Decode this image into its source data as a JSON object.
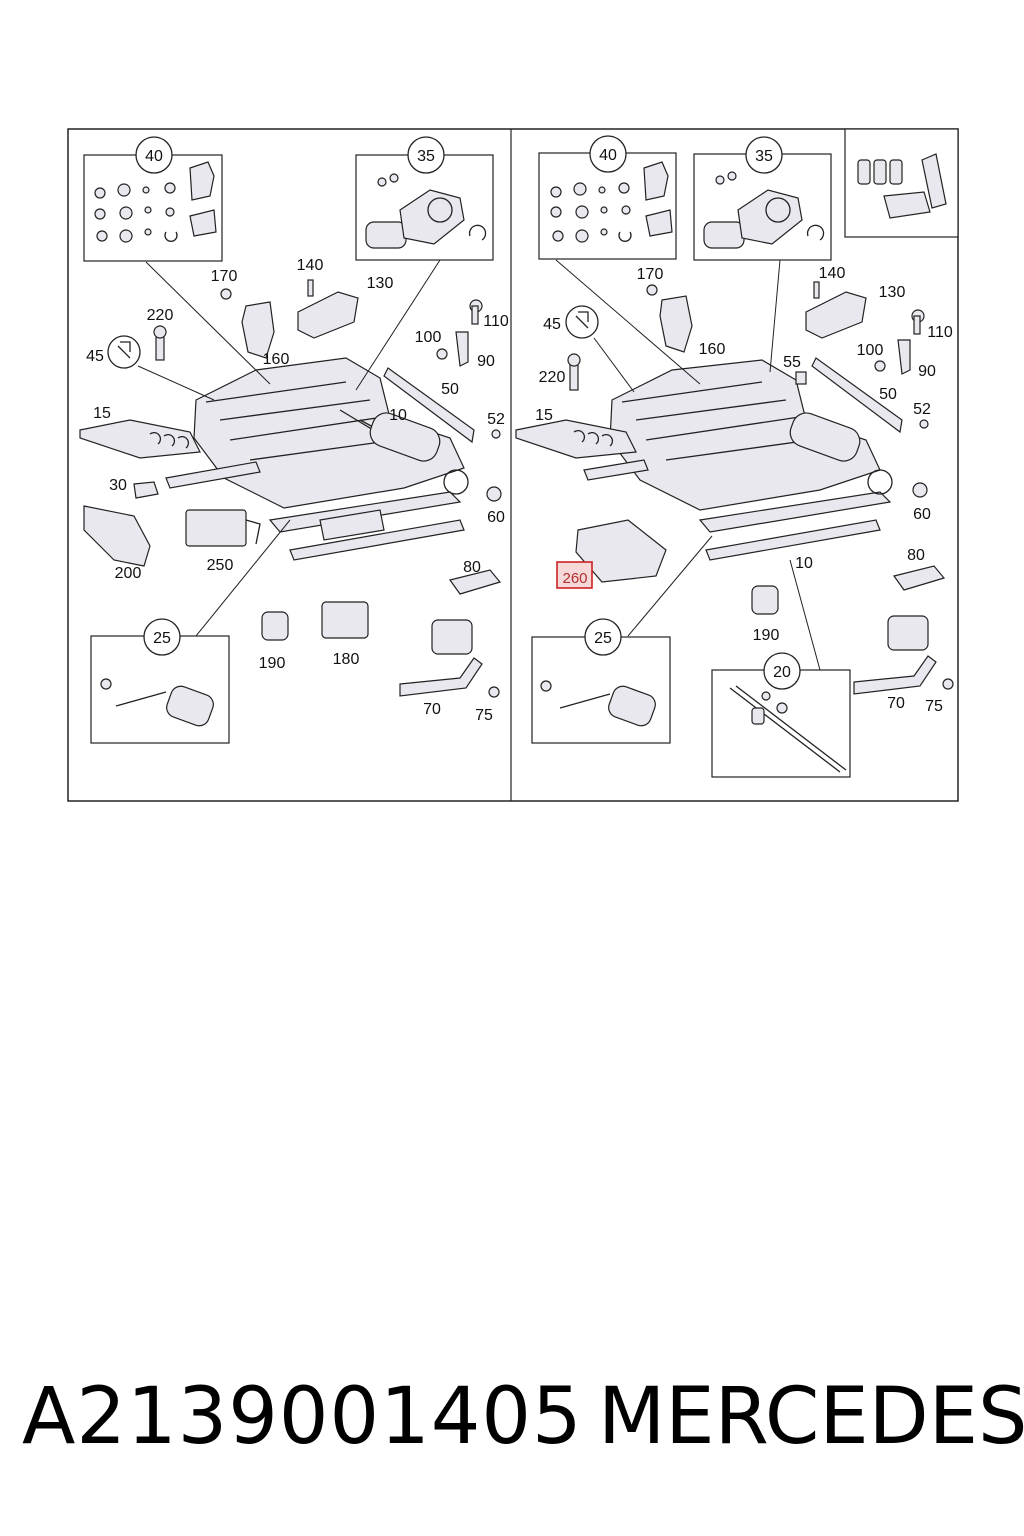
{
  "left_panel": {
    "callouts": {
      "c40": "40",
      "c35": "35",
      "c25": "25"
    },
    "labels": {
      "l170": "170",
      "l140": "140",
      "l130": "130",
      "l220": "220",
      "l160": "160",
      "l100": "100",
      "l110": "110",
      "l45": "45",
      "l90": "90",
      "l50": "50",
      "l15": "15",
      "l10": "10",
      "l52": "52",
      "l30": "30",
      "l60": "60",
      "l200": "200",
      "l250": "250",
      "l80": "80",
      "l190": "190",
      "l180": "180",
      "l70": "70",
      "l75": "75"
    }
  },
  "right_panel": {
    "callouts": {
      "c40": "40",
      "c35": "35",
      "c25": "25",
      "c20": "20"
    },
    "labels": {
      "l170": "170",
      "l140": "140",
      "l130": "130",
      "l45": "45",
      "l110": "110",
      "l160": "160",
      "l55": "55",
      "l100": "100",
      "l220": "220",
      "l90": "90",
      "l50": "50",
      "l15": "15",
      "l52": "52",
      "l60": "60",
      "l80": "80",
      "l10": "10",
      "l190": "190",
      "l70": "70",
      "l75": "75"
    },
    "highlighted_label": "260"
  },
  "footer": {
    "part_number": "A2139001405",
    "brand": "MERCEDES"
  },
  "colors": {
    "line": "#222222",
    "highlight": "#cc2222"
  }
}
